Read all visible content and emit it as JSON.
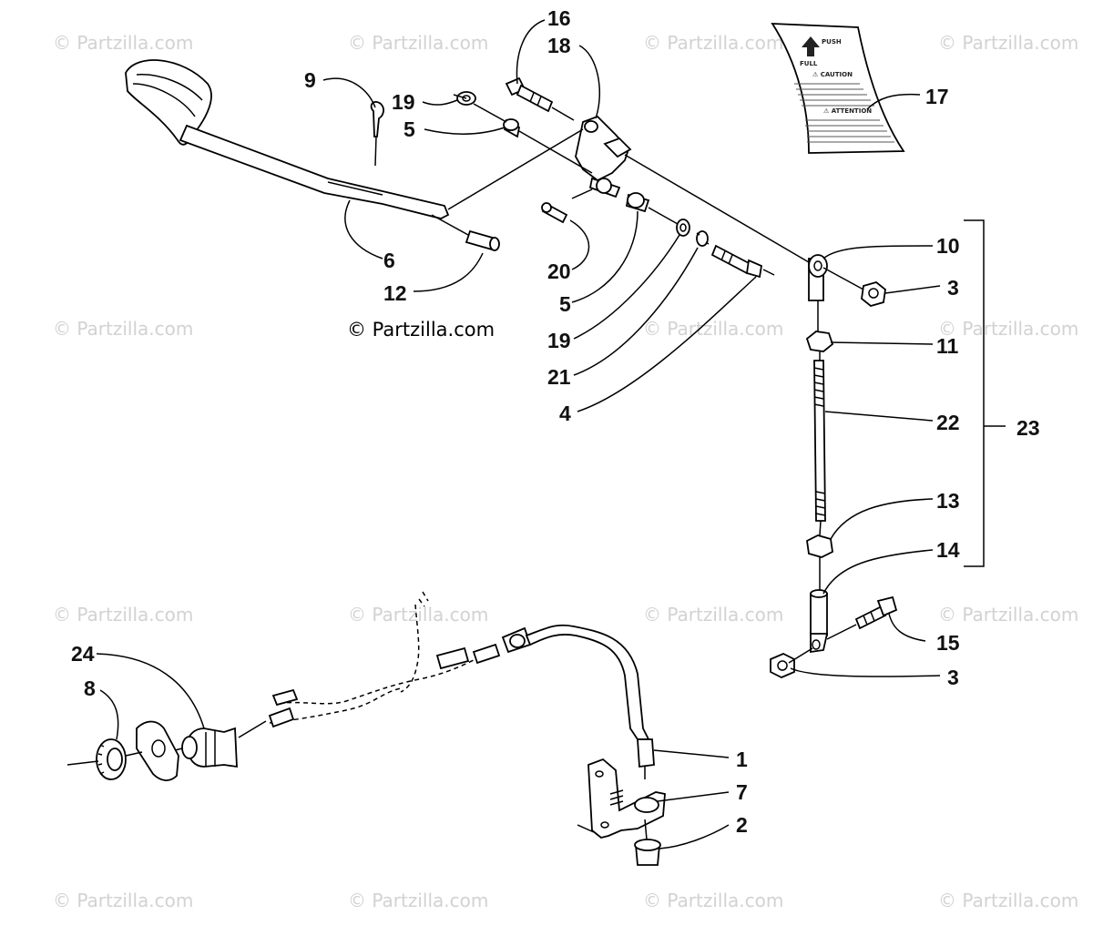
{
  "watermark": "© Partzilla.com",
  "copyright": "© Partzilla.com",
  "callouts": [
    "16",
    "18",
    "9",
    "19",
    "5",
    "17",
    "6",
    "12",
    "20",
    "5",
    "19",
    "21",
    "4",
    "10",
    "3",
    "11",
    "22",
    "23",
    "13",
    "14",
    "15",
    "3",
    "24",
    "8",
    "1",
    "7",
    "2"
  ],
  "decal": {
    "push": "PUSH",
    "full": "FULL",
    "caution": "⚠ CAUTION",
    "attention": "⚠ ATTENTION"
  }
}
